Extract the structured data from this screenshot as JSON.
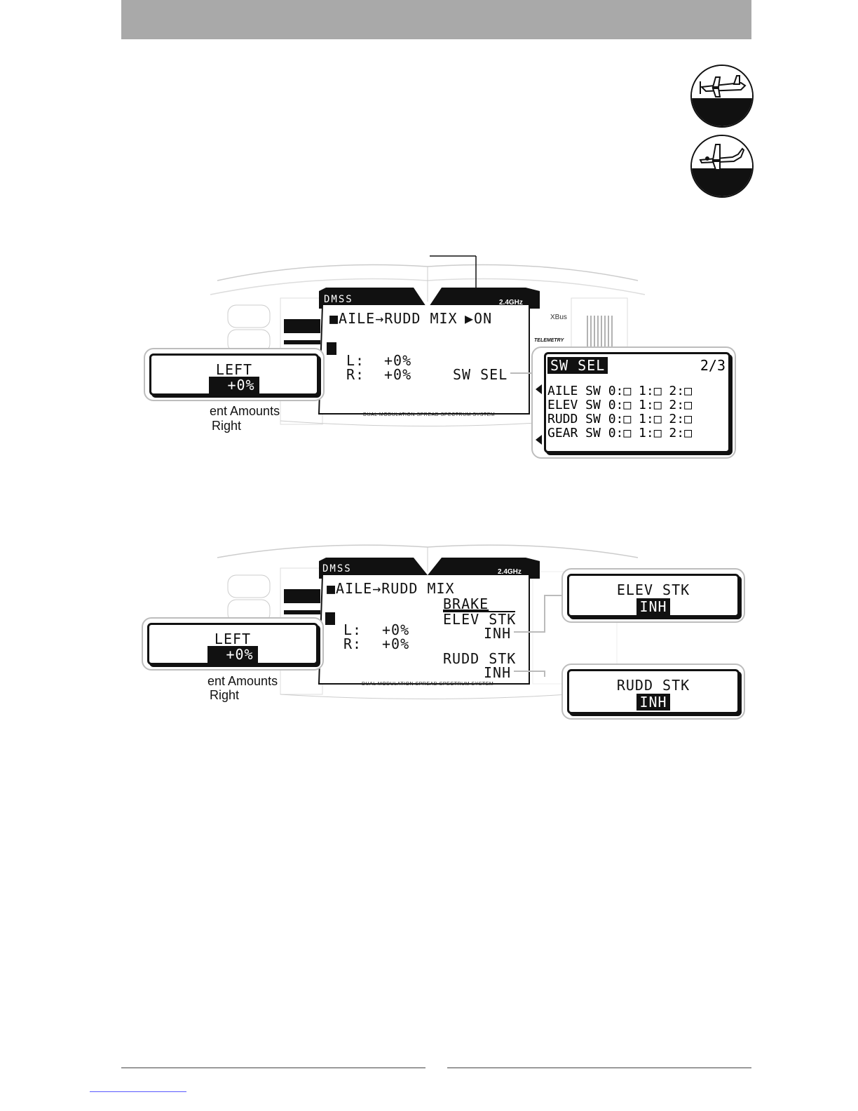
{
  "badges": [
    {
      "name": "airplane-badge",
      "icon": "airplane-icon"
    },
    {
      "name": "sailplane-badge",
      "icon": "sailplane-icon"
    }
  ],
  "screen1": {
    "brand": "DMSS",
    "band": "2.4GHz",
    "title": "■AILE→RUDD MIX",
    "status": "▶ON",
    "l_label": "L:",
    "l_value": "+0%",
    "r_label": "R:",
    "r_value": "+0%",
    "sw_sel": "SW SEL",
    "footer": "DUAL MODULATION SPREAD SPECTRUM SYSTEM",
    "xbus": "XBus",
    "telemetry": "TELEMETRY",
    "left_callout": {
      "title": "LEFT",
      "value": "+0%"
    },
    "sw_callout": {
      "title": "SW SEL",
      "page": "2/3",
      "rows": [
        "AILE SW 0:□ 1:□ 2:□",
        "ELEV SW 0:□ 1:□ 2:□",
        "RUDD SW 0:□ 1:□ 2:□",
        "GEAR SW 0:□ 1:□ 2:□"
      ]
    },
    "side_text_1": "ent Amounts",
    "side_text_2": "Right"
  },
  "screen2": {
    "brand": "DMSS",
    "band": "2.4GHz",
    "title": "■AILE→RUDD MIX",
    "brake": "BRAKE",
    "elev_stk": "ELEV STK",
    "elev_val": "INH",
    "rudd_stk": "RUDD STK",
    "rudd_val": "INH",
    "l_label": "L:",
    "l_value": "+0%",
    "r_label": "R:",
    "r_value": "+0%",
    "footer": "DUAL MODULATION SPREAD SPECTRUM SYSTEM",
    "left_callout": {
      "title": "LEFT",
      "value": "+0%"
    },
    "elev_callout": {
      "title": "ELEV STK",
      "value": "INH"
    },
    "rudd_callout": {
      "title": "RUDD STK",
      "value": "INH"
    },
    "side_text_1": "ent Amounts",
    "side_text_2": "Right"
  }
}
